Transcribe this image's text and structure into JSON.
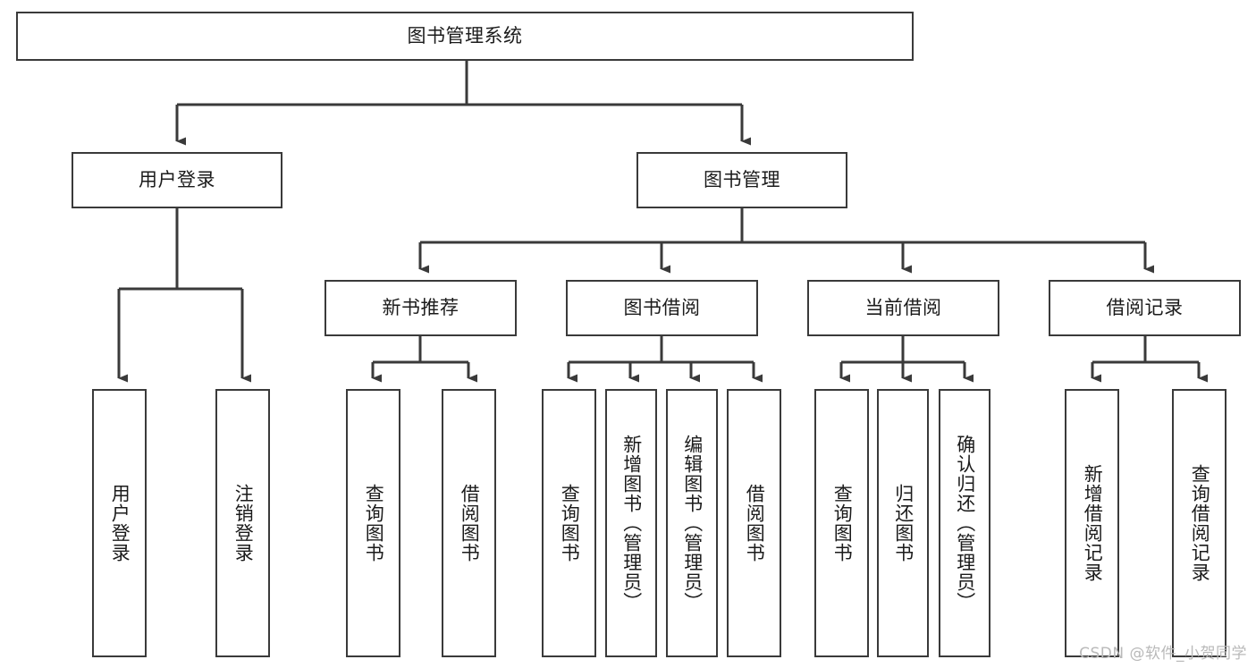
{
  "diagram": {
    "type": "tree",
    "title": "图书管理系统",
    "orientation": "top-down",
    "colors": {
      "box_border": "#3a3a3a",
      "box_fill": "#ffffff",
      "connector": "#3a3a3a",
      "text": "#1b1b1b",
      "watermark": "#b9b9b9",
      "background": "#ffffff"
    },
    "root": {
      "id": "root",
      "label": "图书管理系统"
    },
    "level2": [
      {
        "id": "user-login",
        "label": "用户登录"
      },
      {
        "id": "book-management",
        "label": "图书管理"
      }
    ],
    "level3": [
      {
        "id": "new-book-recommend",
        "label": "新书推荐",
        "parent": "book-management"
      },
      {
        "id": "book-borrow",
        "label": "图书借阅",
        "parent": "book-management"
      },
      {
        "id": "current-borrow",
        "label": "当前借阅",
        "parent": "book-management"
      },
      {
        "id": "borrow-record",
        "label": "借阅记录",
        "parent": "book-management"
      }
    ],
    "leaves": [
      {
        "id": "leaf-user-login",
        "label": "用户登录",
        "parent": "user-login"
      },
      {
        "id": "leaf-logout-login",
        "label": "注销登录",
        "parent": "user-login"
      },
      {
        "id": "leaf-query-book-1",
        "label": "查询图书",
        "parent": "new-book-recommend"
      },
      {
        "id": "leaf-borrow-book-1",
        "label": "借阅图书",
        "parent": "new-book-recommend"
      },
      {
        "id": "leaf-query-book-2",
        "label": "查询图书",
        "parent": "book-borrow"
      },
      {
        "id": "leaf-add-book",
        "label": "新增图书（管理员）",
        "parent": "book-borrow"
      },
      {
        "id": "leaf-edit-book",
        "label": "编辑图书（管理员）",
        "parent": "book-borrow"
      },
      {
        "id": "leaf-borrow-book-2",
        "label": "借阅图书",
        "parent": "book-borrow"
      },
      {
        "id": "leaf-query-book-3",
        "label": "查询图书",
        "parent": "current-borrow"
      },
      {
        "id": "leaf-return-book",
        "label": "归还图书",
        "parent": "current-borrow"
      },
      {
        "id": "leaf-confirm-return",
        "label": "确认归还（管理员）",
        "parent": "current-borrow"
      },
      {
        "id": "leaf-add-record",
        "label": "新增借阅记录",
        "parent": "borrow-record"
      },
      {
        "id": "leaf-query-record",
        "label": "查询借阅记录",
        "parent": "borrow-record"
      }
    ],
    "watermark": "CSDN @软件_小贺同学"
  }
}
